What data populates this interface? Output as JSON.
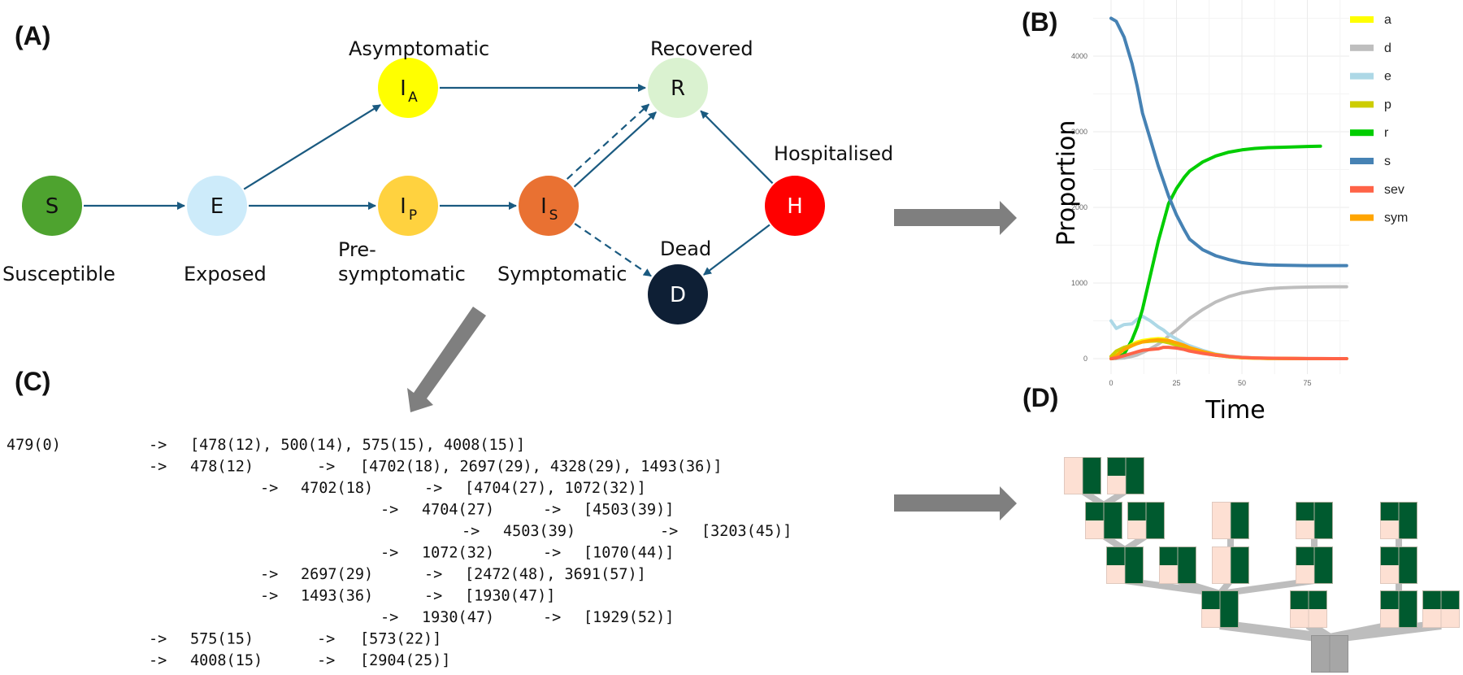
{
  "panels": {
    "A": {
      "label": "(A)",
      "nodes": [
        {
          "id": "S",
          "letter": "S",
          "sub": "",
          "name": "Susceptible",
          "color": "#4ea32f",
          "text_color": "#111111"
        },
        {
          "id": "E",
          "letter": "E",
          "sub": "",
          "name": "Exposed",
          "color": "#cdebfa",
          "text_color": "#111111"
        },
        {
          "id": "IA",
          "letter": "I",
          "sub": "A",
          "name": "Asymptomatic",
          "color": "#ffff00",
          "text_color": "#111111"
        },
        {
          "id": "IP",
          "letter": "I",
          "sub": "P",
          "name_line1": "Pre-",
          "name_line2": "symptomatic",
          "color": "#ffd23f",
          "text_color": "#111111"
        },
        {
          "id": "IS",
          "letter": "I",
          "sub": "S",
          "name": "Symptomatic",
          "color": "#e97132",
          "text_color": "#111111"
        },
        {
          "id": "R",
          "letter": "R",
          "sub": "",
          "name": "Recovered",
          "color": "#daf2d0",
          "text_color": "#111111"
        },
        {
          "id": "H",
          "letter": "H",
          "sub": "",
          "name": "Hospitalised",
          "color": "#ff0000",
          "text_color": "#ffffff"
        },
        {
          "id": "D",
          "letter": "D",
          "sub": "",
          "name": "Dead",
          "color": "#0e1f35",
          "text_color": "#ffffff"
        }
      ],
      "edges": [
        {
          "from": "S",
          "to": "E",
          "style": "solid"
        },
        {
          "from": "E",
          "to": "IA",
          "style": "solid"
        },
        {
          "from": "E",
          "to": "IP",
          "style": "solid"
        },
        {
          "from": "IA",
          "to": "R",
          "style": "solid"
        },
        {
          "from": "IP",
          "to": "IS",
          "style": "solid"
        },
        {
          "from": "IS",
          "to": "R",
          "style": "dashed"
        },
        {
          "from": "IS",
          "to": "R",
          "style": "solid"
        },
        {
          "from": "IS",
          "to": "D",
          "style": "dashed"
        },
        {
          "from": "H",
          "to": "R",
          "style": "solid"
        },
        {
          "from": "H",
          "to": "D",
          "style": "solid"
        }
      ],
      "edge_color": "#1a5a80"
    },
    "B": {
      "label": "(B)"
    },
    "C": {
      "label": "(C)",
      "lines": [
        {
          "indent": 0,
          "text": "479(0)",
          "arrow": "->",
          "children": "[478(12), 500(14), 575(15), 4008(15)]"
        },
        {
          "indent": 1,
          "text": "478(12)",
          "arrow": "->",
          "children": "[4702(18), 2697(29), 4328(29), 1493(36)]"
        },
        {
          "indent": 2,
          "text": "4702(18)",
          "arrow": "->",
          "children": "[4704(27), 1072(32)]"
        },
        {
          "indent": 3,
          "text": "4704(27)",
          "arrow": "->",
          "children": "[4503(39)]"
        },
        {
          "indent": 4,
          "text": "4503(39)",
          "arrow": "->",
          "children": "[3203(45)]"
        },
        {
          "indent": 3,
          "text": "1072(32)",
          "arrow": "->",
          "children": "[1070(44)]"
        },
        {
          "indent": 2,
          "text": "2697(29)",
          "arrow": "->",
          "children": "[2472(48), 3691(57)]"
        },
        {
          "indent": 2,
          "text": "1493(36)",
          "arrow": "->",
          "children": "[1930(47)]"
        },
        {
          "indent": 3,
          "text": "1930(47)",
          "arrow": "->",
          "children": "[1929(52)]"
        },
        {
          "indent": 1,
          "text": "575(15)",
          "arrow": "->",
          "children": "[573(22)]"
        },
        {
          "indent": 1,
          "text": "4008(15)",
          "arrow": "->",
          "children": "[2904(25)]"
        }
      ]
    },
    "D": {
      "label": "(D)",
      "colors": {
        "infected": "#005a2f",
        "uninfected": "#fde0d3",
        "root": "#a6a6a6",
        "branch": "#bdbdbd"
      },
      "tree_nodes": [
        {
          "id": "root",
          "cells": [
            "root",
            "root",
            "root",
            "root"
          ]
        },
        {
          "id": "d1",
          "cells": [
            "inf",
            "inf",
            "un",
            "inf"
          ]
        },
        {
          "id": "d2",
          "cells": [
            "inf",
            "inf",
            "un",
            "un"
          ]
        },
        {
          "id": "d3",
          "cells": [
            "inf",
            "inf",
            "un",
            "inf"
          ]
        },
        {
          "id": "d4",
          "cells": [
            "inf",
            "inf",
            "un",
            "un"
          ]
        },
        {
          "id": "c1",
          "cells": [
            "inf",
            "inf",
            "un",
            "inf"
          ]
        },
        {
          "id": "c2",
          "cells": [
            "inf",
            "inf",
            "un",
            "inf"
          ]
        },
        {
          "id": "c3",
          "cells": [
            "un",
            "inf",
            "un",
            "inf"
          ]
        },
        {
          "id": "c4",
          "cells": [
            "inf",
            "inf",
            "un",
            "inf"
          ]
        },
        {
          "id": "c5",
          "cells": [
            "inf",
            "inf",
            "un",
            "inf"
          ]
        },
        {
          "id": "b1",
          "cells": [
            "inf",
            "inf",
            "un",
            "inf"
          ]
        },
        {
          "id": "b2",
          "cells": [
            "inf",
            "inf",
            "un",
            "inf"
          ]
        },
        {
          "id": "b3",
          "cells": [
            "un",
            "inf",
            "un",
            "inf"
          ]
        },
        {
          "id": "b4",
          "cells": [
            "inf",
            "inf",
            "un",
            "inf"
          ]
        },
        {
          "id": "b5",
          "cells": [
            "inf",
            "inf",
            "un",
            "inf"
          ]
        },
        {
          "id": "a1",
          "cells": [
            "un",
            "inf",
            "un",
            "inf"
          ]
        },
        {
          "id": "a2",
          "cells": [
            "inf",
            "inf",
            "un",
            "inf"
          ]
        }
      ],
      "tree_edges": [
        [
          "root",
          "d1"
        ],
        [
          "root",
          "d2"
        ],
        [
          "root",
          "d3"
        ],
        [
          "root",
          "d4"
        ],
        [
          "d1",
          "c1"
        ],
        [
          "d1",
          "c2"
        ],
        [
          "d1",
          "c3"
        ],
        [
          "d1",
          "c4"
        ],
        [
          "d3",
          "c5"
        ],
        [
          "c1",
          "b1"
        ],
        [
          "c1",
          "b2"
        ],
        [
          "c3",
          "b3"
        ],
        [
          "c4",
          "b4"
        ],
        [
          "c5",
          "b5"
        ],
        [
          "b1",
          "a1"
        ],
        [
          "b1",
          "a2"
        ]
      ]
    }
  },
  "chart_data": {
    "type": "line",
    "title": "",
    "xlabel": "Time",
    "ylabel": "Proportion",
    "xlim": [
      0,
      90
    ],
    "ylim": [
      0,
      4500
    ],
    "xticks": [
      0,
      25,
      50,
      75
    ],
    "yticks": [
      0,
      1000,
      2000,
      3000,
      4000
    ],
    "grid": true,
    "legend": "right",
    "x": [
      0,
      2,
      5,
      8,
      10,
      12,
      15,
      18,
      20,
      22,
      25,
      28,
      30,
      35,
      40,
      45,
      50,
      55,
      60,
      65,
      70,
      75,
      80,
      85,
      90
    ],
    "series": [
      {
        "name": "a",
        "color": "#ffff00",
        "values": [
          0,
          60,
          130,
          190,
          220,
          240,
          255,
          265,
          260,
          240,
          200,
          160,
          130,
          80,
          45,
          25,
          12,
          6,
          3,
          2,
          1,
          0,
          0,
          0,
          0
        ]
      },
      {
        "name": "d",
        "color": "#bebebe",
        "values": [
          0,
          2,
          10,
          30,
          50,
          80,
          130,
          190,
          240,
          300,
          380,
          470,
          530,
          650,
          750,
          820,
          870,
          900,
          925,
          935,
          942,
          946,
          948,
          950,
          950
        ]
      },
      {
        "name": "e",
        "color": "#add8e6",
        "values": [
          500,
          400,
          450,
          460,
          520,
          560,
          500,
          420,
          380,
          320,
          260,
          200,
          170,
          110,
          60,
          35,
          18,
          10,
          5,
          3,
          2,
          1,
          0,
          0,
          0
        ]
      },
      {
        "name": "p",
        "color": "#cdcd00",
        "values": [
          30,
          100,
          150,
          180,
          200,
          220,
          230,
          235,
          225,
          210,
          180,
          150,
          120,
          80,
          45,
          25,
          12,
          6,
          3,
          2,
          1,
          0,
          0,
          0,
          0
        ]
      },
      {
        "name": "r",
        "color": "#00cd00",
        "values": [
          0,
          10,
          60,
          250,
          420,
          650,
          1100,
          1550,
          1800,
          2050,
          2250,
          2400,
          2480,
          2600,
          2680,
          2730,
          2760,
          2780,
          2790,
          2795,
          2800,
          2805,
          2810,
          null,
          null
        ]
      },
      {
        "name": "s",
        "color": "#4682b4",
        "values": [
          4500,
          4460,
          4250,
          3900,
          3600,
          3250,
          2900,
          2550,
          2350,
          2150,
          1900,
          1700,
          1580,
          1440,
          1360,
          1310,
          1270,
          1250,
          1240,
          1235,
          1232,
          1230,
          1230,
          1230,
          1230
        ]
      },
      {
        "name": "sev",
        "color": "#ff6347",
        "values": [
          0,
          10,
          40,
          70,
          90,
          110,
          120,
          130,
          150,
          150,
          140,
          120,
          100,
          70,
          45,
          28,
          16,
          10,
          6,
          4,
          2,
          1,
          1,
          0,
          0
        ]
      },
      {
        "name": "sym",
        "color": "#ffa500",
        "values": [
          0,
          40,
          120,
          170,
          200,
          220,
          240,
          250,
          245,
          240,
          210,
          175,
          145,
          95,
          55,
          30,
          15,
          8,
          4,
          2,
          1,
          0,
          0,
          0,
          0
        ]
      }
    ]
  }
}
